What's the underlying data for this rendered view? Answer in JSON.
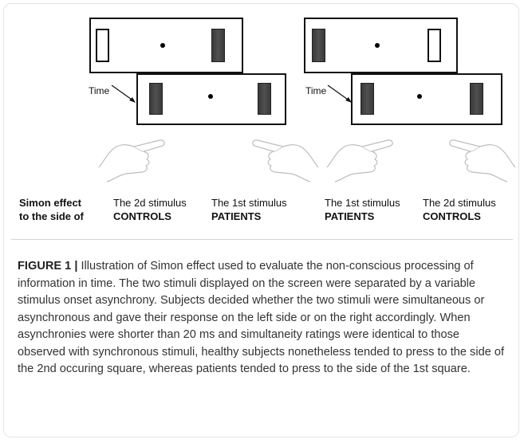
{
  "figure": {
    "time_label": "Time",
    "labels": {
      "row_header_line1": "Simon effect",
      "row_header_line2": "to the side of",
      "col1_line1": "The 2d stimulus",
      "col1_line2": "CONTROLS",
      "col2_line1": "The 1st stimulus",
      "col2_line2": "PATIENTS",
      "col3_line1": "The 1st stimulus",
      "col3_line2": "PATIENTS",
      "col4_line1": "The 2d stimulus",
      "col4_line2": "CONTROLS"
    }
  },
  "caption": {
    "figure_label": "FIGURE 1 |",
    "text": " Illustration of Simon effect used to evaluate the non-conscious processing of information in time. The two stimuli displayed on the screen were separated by a variable stimulus onset asynchrony. Subjects decided whether the two stimuli were simultaneous or asynchronous and gave their response on the left side or on the right accordingly. When asynchronies were shorter than 20 ms and simultaneity ratings were identical to those observed with synchronous stimuli, healthy subjects nonetheless tended to press to the side of the 2nd occuring square, whereas patients tended to press to the side of the 1st square."
  }
}
